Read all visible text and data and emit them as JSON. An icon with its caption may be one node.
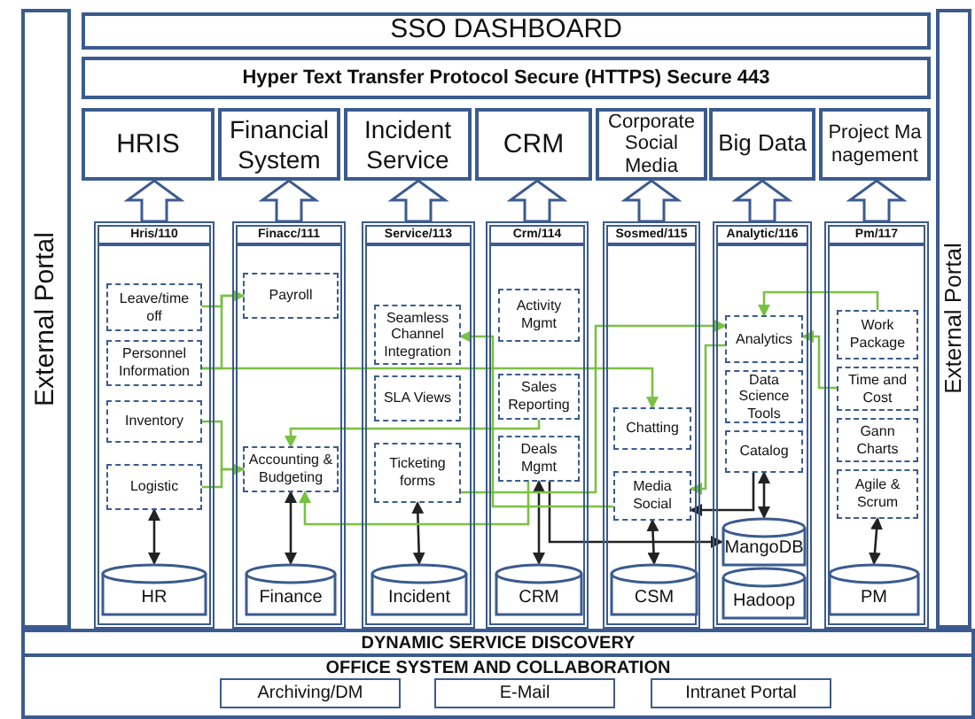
{
  "diagram": {
    "nodes": [
      {
        "text": [
          "External Portal"
        ]
      },
      {
        "text": [
          "SSO DASHBOARD"
        ]
      },
      {
        "text": [
          "Hyper Text Transfer Protocol Secure (HTTPS) Secure 443"
        ]
      },
      {
        "text": [
          "HRIS"
        ]
      },
      {
        "text": [
          "Financial System"
        ]
      },
      {
        "text": [
          "Incident Service"
        ]
      },
      {
        "text": [
          "CRM"
        ]
      },
      {
        "text": [
          "Corporate Social Media"
        ]
      },
      {
        "text": [
          "Big Data"
        ]
      },
      {
        "text": [
          "Project Management"
        ]
      },
      {
        "text": [
          "Hris/110"
        ]
      },
      {
        "text": [
          "Leave/time off"
        ],
        "in": 10
      },
      {
        "text": [
          "Personnel Information"
        ],
        "in": 10
      },
      {
        "text": [
          "Inventory"
        ],
        "in": 10
      },
      {
        "text": [
          "Logistic"
        ],
        "in": 10
      },
      {
        "text": [
          "HR"
        ],
        "in": 10
      },
      {
        "text": [
          "Finacc/111"
        ]
      },
      {
        "text": [
          "Payroll"
        ],
        "in": 16
      },
      {
        "text": [
          "Accounting & Budgeting"
        ],
        "in": 16
      },
      {
        "text": [
          "Finance"
        ],
        "in": 16
      },
      {
        "text": [
          "Service/113"
        ]
      },
      {
        "text": [
          "Seamless Channel Integration"
        ],
        "in": 20
      },
      {
        "text": [
          "SLA Views"
        ],
        "in": 20
      },
      {
        "text": [
          "Ticketing forms"
        ],
        "in": 20
      },
      {
        "text": [
          "Incident"
        ],
        "in": 20
      },
      {
        "text": [
          "Crm/114"
        ]
      },
      {
        "text": [
          "Activity Mgmt"
        ],
        "in": 25
      },
      {
        "text": [
          "Sales Reporting"
        ],
        "in": 25
      },
      {
        "text": [
          "Deals Mgmt"
        ],
        "in": 25
      },
      {
        "text": [
          "CRM"
        ],
        "in": 25
      },
      {
        "text": [
          "Sosmed/115"
        ]
      },
      {
        "text": [
          "Chatting"
        ],
        "in": 30
      },
      {
        "text": [
          "Media Social"
        ],
        "in": 30
      },
      {
        "text": [
          "CSM"
        ],
        "in": 30
      },
      {
        "text": [
          "Analytic/116"
        ]
      },
      {
        "text": [
          "Analytics"
        ],
        "in": 34
      },
      {
        "text": [
          "Data Science Tools"
        ],
        "in": 34
      },
      {
        "text": [
          "Catalog"
        ],
        "in": 34
      },
      {
        "text": [
          "MangoDB"
        ],
        "in": 34
      },
      {
        "text": [
          "Hadoop"
        ],
        "in": 34
      },
      {
        "text": [
          "Pm/117"
        ]
      },
      {
        "text": [
          "Work Package"
        ],
        "in": 40
      },
      {
        "text": [
          "Time and Cost"
        ],
        "in": 40
      },
      {
        "text": [
          "Gann Charts"
        ],
        "in": 40
      },
      {
        "text": [
          "Agile & Scrum"
        ],
        "in": 40
      },
      {
        "text": [
          "PM"
        ],
        "in": 40
      },
      {
        "text": [
          "External Portal"
        ]
      },
      {
        "text": [
          "DYNAMIC SERVICE DISCOVERY"
        ]
      },
      {
        "text": [
          "OFFICE SYSTEM AND COLLABORATION"
        ]
      },
      {
        "text": [
          "Archiving/DM"
        ],
        "in": 48
      },
      {
        "text": [
          "E-Mail"
        ],
        "in": 48
      },
      {
        "text": [
          "Intranet Portal"
        ],
        "in": 48
      }
    ],
    "edges": [
      {
        "from": 10,
        "to": 3,
        "arrow": "to",
        "style": "thick",
        "color": "#3b5b8f"
      },
      {
        "from": 16,
        "to": 4,
        "arrow": "to",
        "style": "thick",
        "color": "#3b5b8f"
      },
      {
        "from": 20,
        "to": 5,
        "arrow": "to",
        "style": "thick",
        "color": "#3b5b8f"
      },
      {
        "from": 25,
        "to": 6,
        "arrow": "to",
        "style": "thick",
        "color": "#3b5b8f"
      },
      {
        "from": 30,
        "to": 7,
        "arrow": "to",
        "style": "thick",
        "color": "#3b5b8f"
      },
      {
        "from": 34,
        "to": 8,
        "arrow": "to",
        "style": "thick",
        "color": "#3b5b8f"
      },
      {
        "from": 40,
        "to": 9,
        "arrow": "to",
        "style": "thick",
        "color": "#3b5b8f"
      },
      {
        "from": 14,
        "to": 15,
        "arrow": "both",
        "color": "#222222"
      },
      {
        "from": 18,
        "to": 19,
        "arrow": "both",
        "color": "#222222"
      },
      {
        "from": 23,
        "to": 24,
        "arrow": "both",
        "color": "#222222"
      },
      {
        "from": 28,
        "to": 29,
        "arrow": "both",
        "color": "#222222"
      },
      {
        "from": 32,
        "to": 33,
        "arrow": "both",
        "color": "#222222"
      },
      {
        "from": 37,
        "to": 38,
        "arrow": "both",
        "color": "#222222"
      },
      {
        "from": 44,
        "to": 45,
        "arrow": "both",
        "color": "#222222"
      },
      {
        "from": 28,
        "to": 38,
        "arrow": "to",
        "color": "#222222"
      },
      {
        "from": 37,
        "to": 32,
        "arrow": "to",
        "color": "#222222"
      },
      {
        "from": 11,
        "to": 17,
        "arrow": "to"
      },
      {
        "from": 12,
        "to": 17,
        "arrow": "to"
      },
      {
        "from": 12,
        "to": 31,
        "arrow": "to"
      },
      {
        "from": 13,
        "to": 18,
        "arrow": "to"
      },
      {
        "from": 14,
        "to": 18,
        "arrow": "to"
      },
      {
        "from": 27,
        "to": 18,
        "arrow": "to"
      },
      {
        "from": 28,
        "to": 18,
        "arrow": "to"
      },
      {
        "from": 32,
        "to": 21,
        "arrow": "to"
      },
      {
        "from": 23,
        "to": 35,
        "arrow": "to"
      },
      {
        "from": 35,
        "to": 32,
        "arrow": "to"
      },
      {
        "from": 41,
        "to": 35,
        "arrow": "to"
      },
      {
        "from": 42,
        "to": 35,
        "arrow": "to"
      }
    ]
  }
}
